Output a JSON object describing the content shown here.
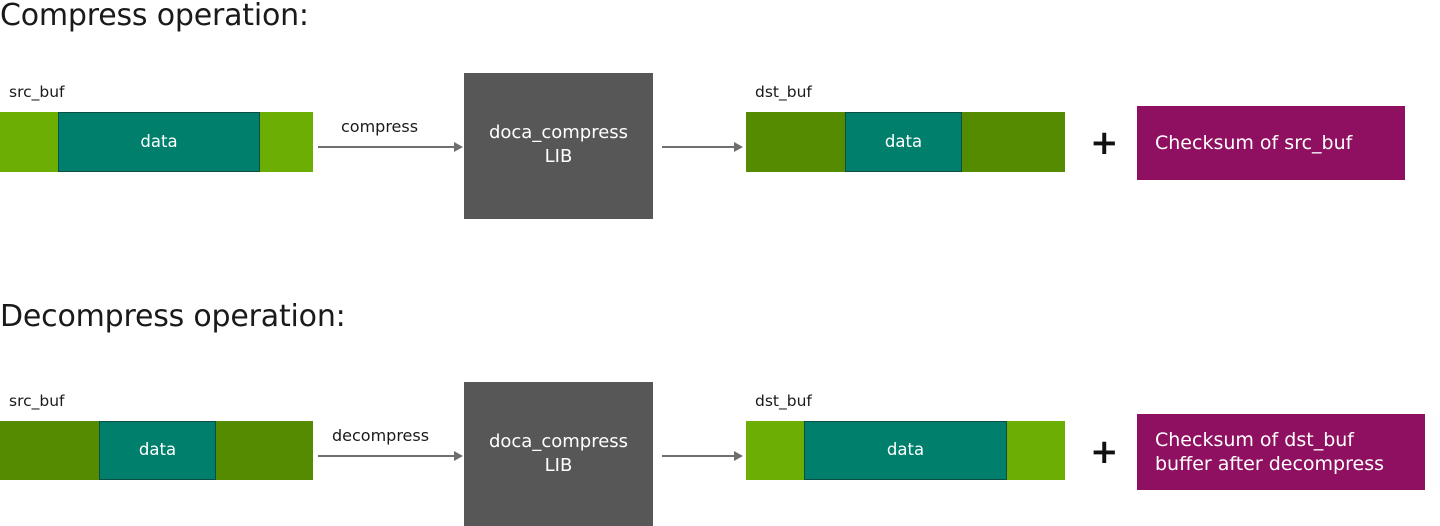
{
  "diagram": {
    "background": "#ffffff",
    "colors": {
      "bright_green": "#6DAE04",
      "olive_green": "#558B00",
      "teal": "#00806C",
      "gray": "#575757",
      "magenta": "#8F1060",
      "arrow": "#6f6f6f",
      "text": "#1a1a1a"
    },
    "sections": [
      {
        "title": "Compress operation:",
        "src": {
          "label": "src_buf",
          "outer_color": "bright_green",
          "data_label": "data"
        },
        "arrow_label": "compress",
        "lib": {
          "line1": "doca_compress",
          "line2": "LIB"
        },
        "dst": {
          "label": "dst_buf",
          "outer_color": "olive_green",
          "data_label": "data"
        },
        "plus": "+",
        "checksum": "Checksum of src_buf"
      },
      {
        "title": "Decompress operation:",
        "src": {
          "label": "src_buf",
          "outer_color": "olive_green",
          "data_label": "data"
        },
        "arrow_label": "decompress",
        "lib": {
          "line1": "doca_compress",
          "line2": "LIB"
        },
        "dst": {
          "label": "dst_buf",
          "outer_color": "bright_green",
          "data_label": "data"
        },
        "plus": "+",
        "checksum": "Checksum of dst_buf\nbuffer after decompress"
      }
    ]
  }
}
